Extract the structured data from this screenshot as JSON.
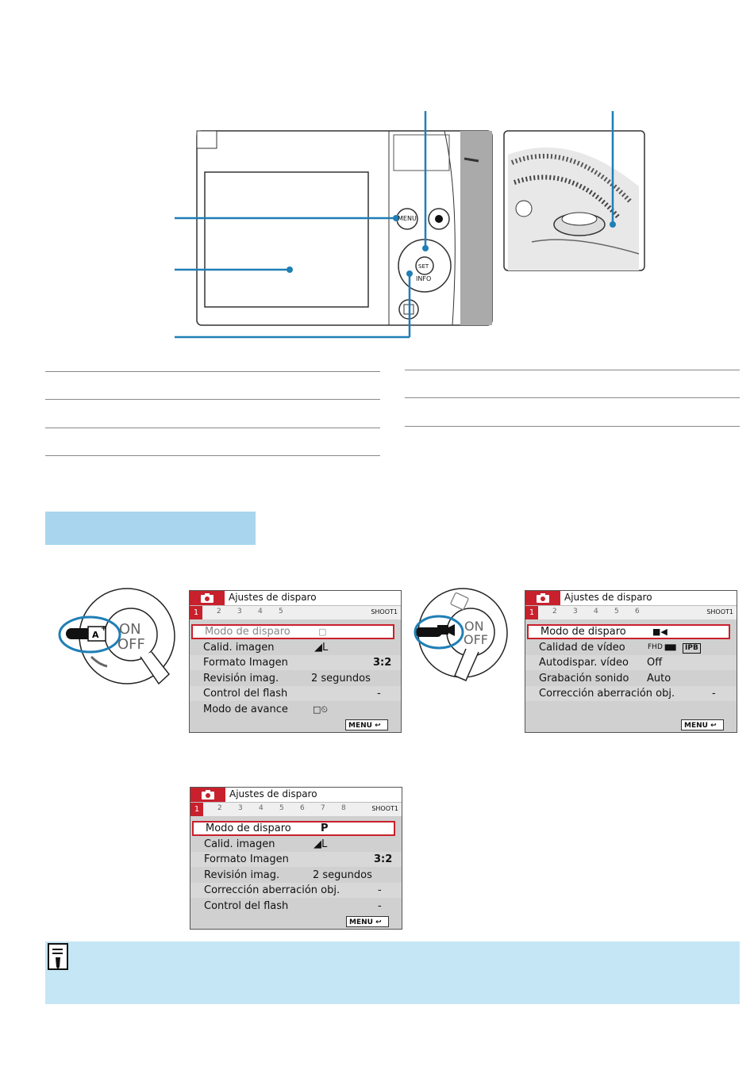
{
  "menus": [
    {
      "title": "Ajustes de disparo",
      "tabs": [
        "1",
        "2",
        "3",
        "4",
        "5"
      ],
      "code": "SHOOT1",
      "rows": [
        {
          "label": "Modo de disparo",
          "value": "",
          "dim": true
        },
        {
          "label": "Calid. imagen",
          "value": "L"
        },
        {
          "label": "Formato Imagen",
          "value": "3:2"
        },
        {
          "label": "Revisión imag.",
          "value": "2 segundos"
        },
        {
          "label": "Control del flash",
          "value": "-"
        },
        {
          "label": "Modo de avance",
          "value": ""
        }
      ],
      "menu_label": "MENU"
    },
    {
      "title": "Ajustes de disparo",
      "tabs": [
        "1",
        "2",
        "3",
        "4",
        "5",
        "6"
      ],
      "code": "SHOOT1",
      "rows": [
        {
          "label": "Modo de disparo",
          "value": ""
        },
        {
          "label": "Calidad de vídeo",
          "value": "IPB"
        },
        {
          "label": "Autodispar. vídeo",
          "value": "Off"
        },
        {
          "label": "Grabación sonido",
          "value": "Auto"
        },
        {
          "label": "Corrección aberración obj.",
          "value": "-"
        }
      ],
      "menu_label": "MENU"
    },
    {
      "title": "Ajustes de disparo",
      "tabs": [
        "1",
        "2",
        "3",
        "4",
        "5",
        "6",
        "7",
        "8"
      ],
      "code": "SHOOT1",
      "rows": [
        {
          "label": "Modo de disparo",
          "value": "P"
        },
        {
          "label": "Calid. imagen",
          "value": "L"
        },
        {
          "label": "Formato Imagen",
          "value": "3:2"
        },
        {
          "label": "Revisión imag.",
          "value": "2 segundos"
        },
        {
          "label": "Corrección aberración obj.",
          "value": "-"
        },
        {
          "label": "Control del flash",
          "value": "-"
        }
      ],
      "menu_label": "MENU"
    }
  ],
  "camera": {
    "menu_button": "MENU",
    "set_label": "SET",
    "info_label": "INFO"
  },
  "dial": {
    "on": "ON",
    "off": "OFF"
  },
  "colors": {
    "accent_blue": "#1f7fb6",
    "header_band": "#a9d6ee",
    "note_band": "#c5e6f5",
    "menu_red": "#c8202c"
  }
}
